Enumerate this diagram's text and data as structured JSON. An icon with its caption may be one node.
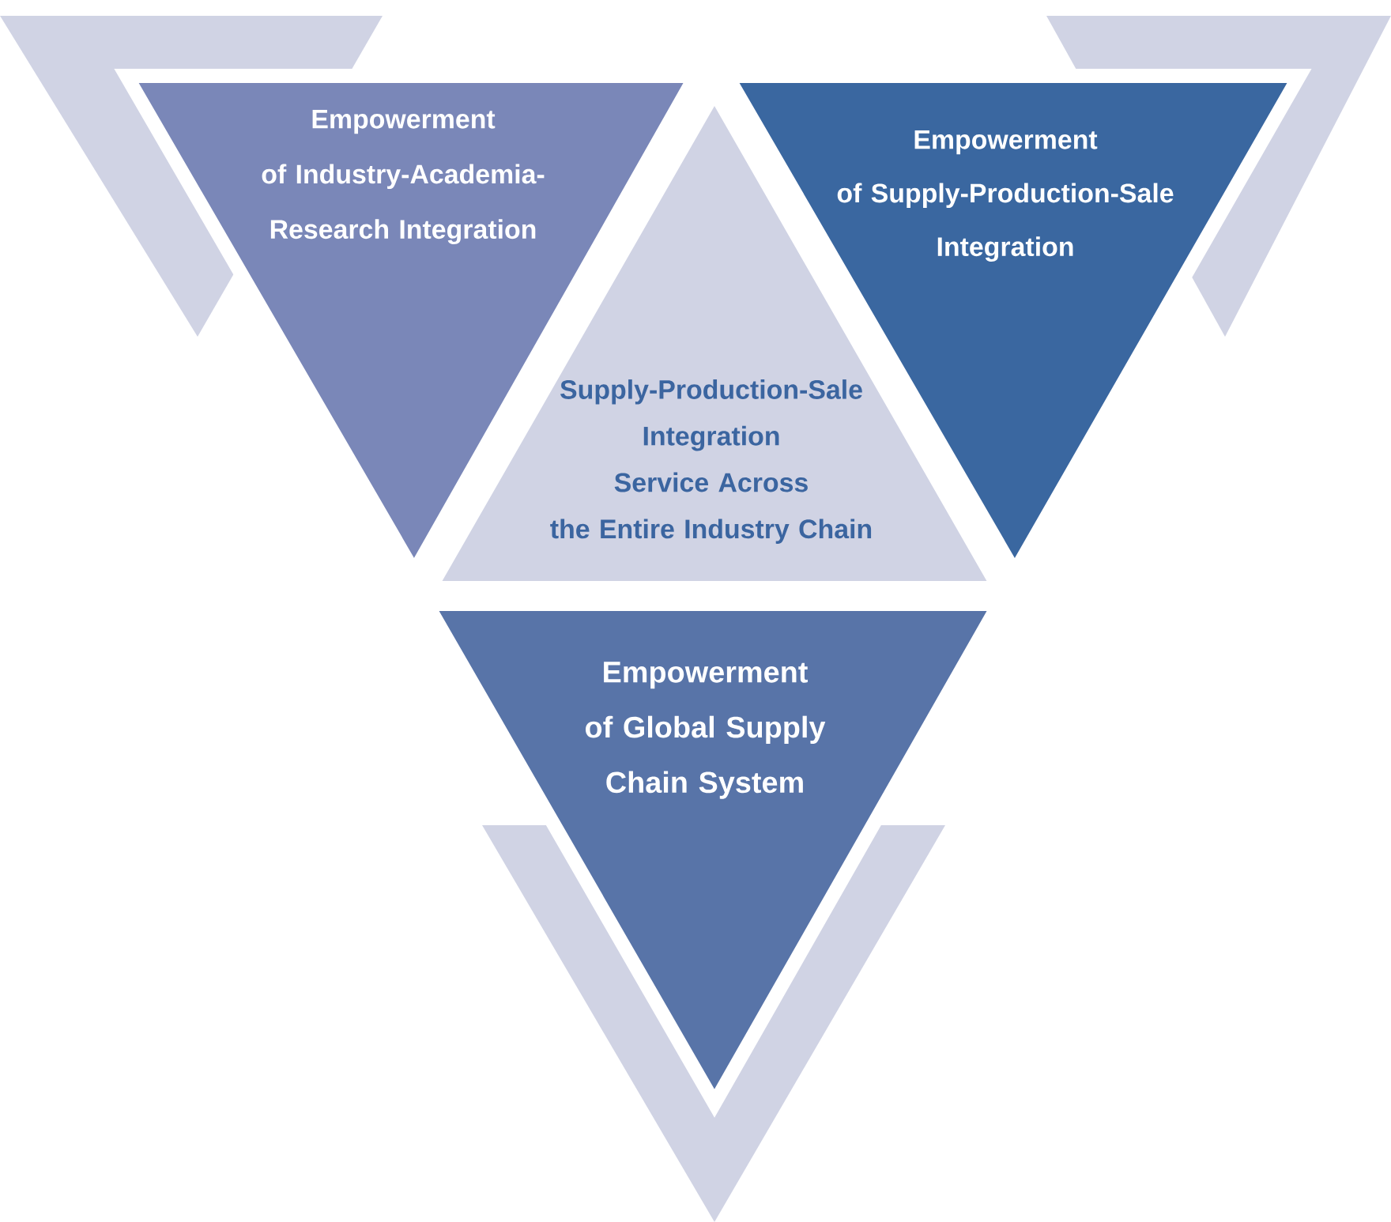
{
  "diagram": {
    "nodes": [
      {
        "text": [
          "Empowerment of Industry-Academia-Research Integration"
        ]
      },
      {
        "text": [
          "Empowerment of Supply-Production-Sale Integration"
        ]
      },
      {
        "text": [
          "Supply-Production-Sale Integration Service Across the Entire Industry Chain"
        ]
      },
      {
        "text": [
          "Empowerment of Global Supply Chain System"
        ]
      }
    ]
  }
}
